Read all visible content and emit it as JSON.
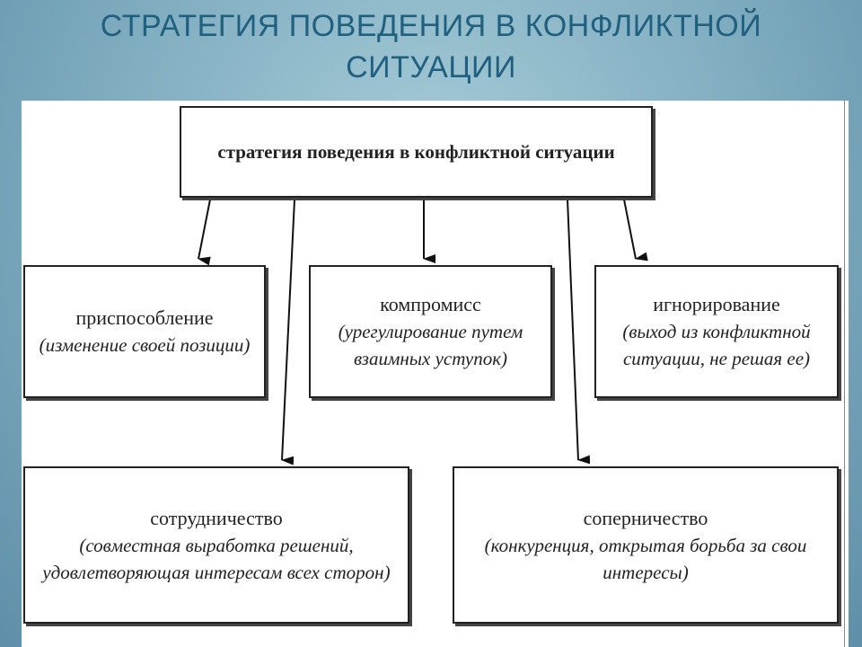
{
  "slide": {
    "title_line1": "СТРАТЕГИЯ ПОВЕДЕНИЯ В КОНФЛИКТНОЙ",
    "title_line2": "СИТУАЦИИ"
  },
  "diagram": {
    "root": "стратегия поведения в конфликтной ситуации",
    "nodes": [
      {
        "name": "приспособление",
        "desc": "(изменение своей позиции)"
      },
      {
        "name": "компромисс",
        "desc": "(урегулирование путем взаимных уступок)"
      },
      {
        "name": "игнорирование",
        "desc": "(выход из конфликтной ситуации, не решая ее)"
      },
      {
        "name": "сотрудничество",
        "desc": "(совместная выработка решений, удовлетворяющая интересам всех сторон)"
      },
      {
        "name": "соперничество",
        "desc": "(конкуренция, открытая борьба за свои интересы)"
      }
    ]
  }
}
